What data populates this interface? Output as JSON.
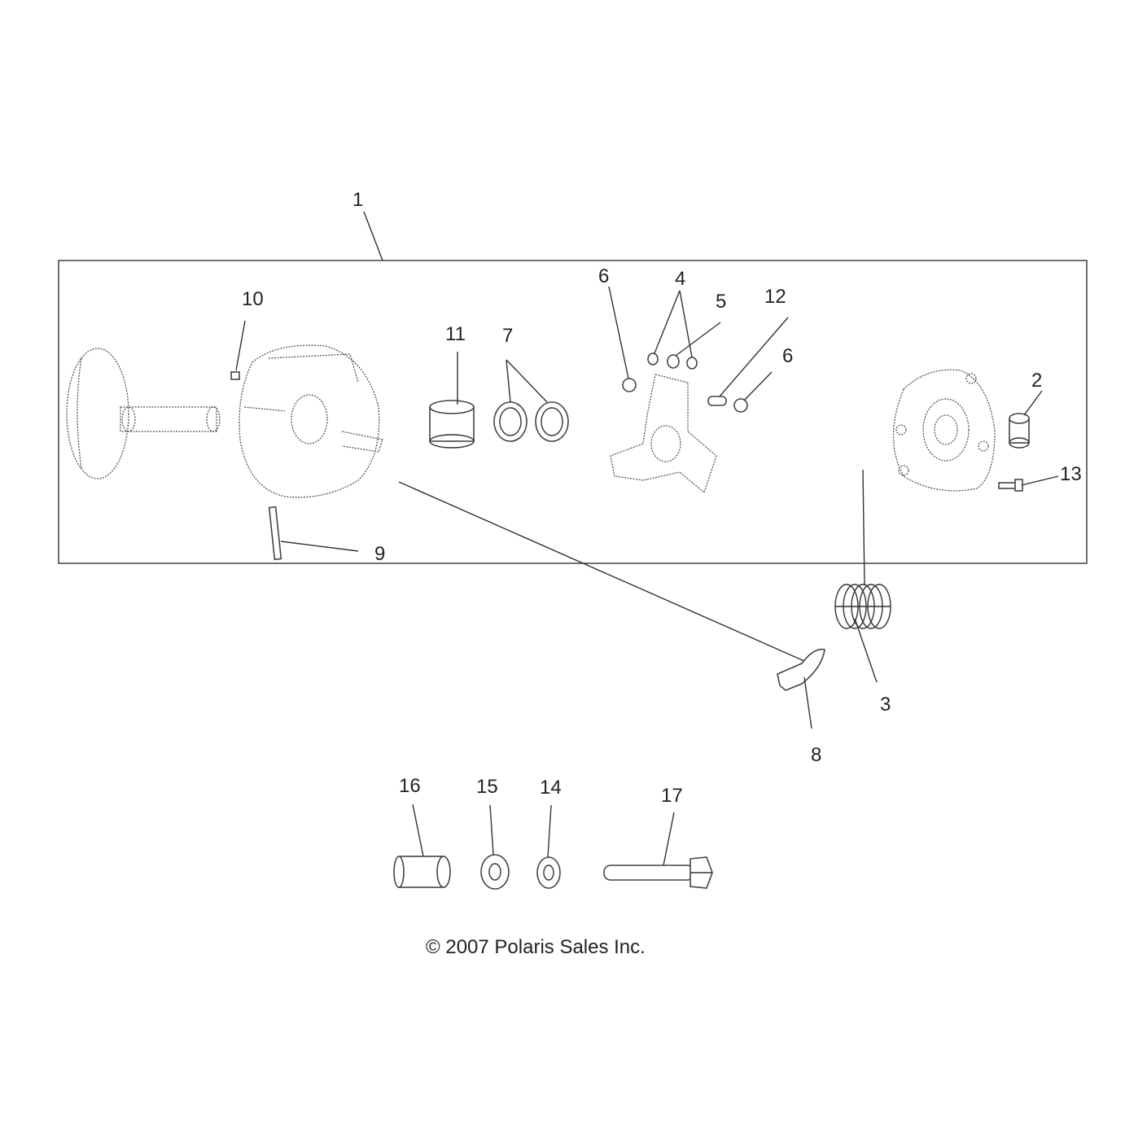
{
  "callouts": {
    "c1": "1",
    "c2": "2",
    "c3": "3",
    "c4": "4",
    "c5": "5",
    "c6a": "6",
    "c6b": "6",
    "c7": "7",
    "c8": "8",
    "c9": "9",
    "c10": "10",
    "c11": "11",
    "c12": "12",
    "c13": "13",
    "c14": "14",
    "c15": "15",
    "c16": "16",
    "c17": "17"
  },
  "copyright": "© 2007 Polaris Sales Inc."
}
